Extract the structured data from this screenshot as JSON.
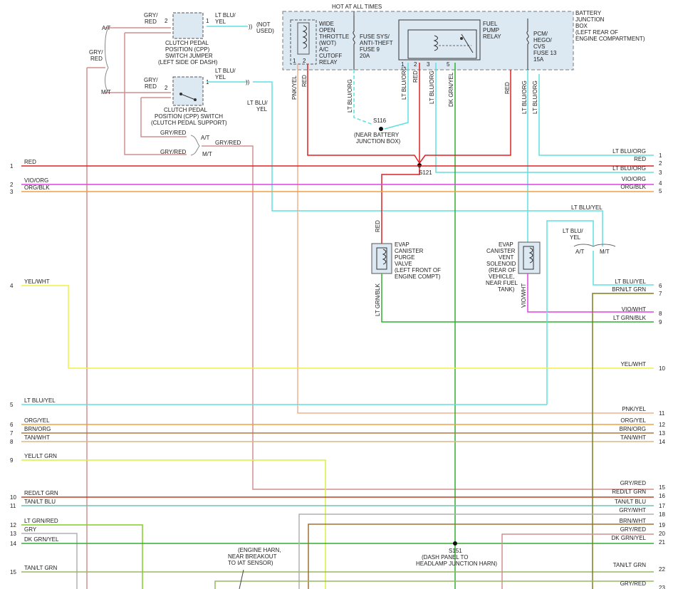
{
  "header": {
    "hot_at_all_times": "HOT AT ALL TIMES",
    "battery_box": [
      "BATTERY",
      "JUNCTION",
      "BOX",
      "(LEFT REAR OF",
      "ENGINE COMPARTMENT)"
    ]
  },
  "components": {
    "wot_relay": [
      "WIDE",
      "OPEN",
      "THROTTLE",
      "(WOT)",
      "A/C",
      "CUTOFF",
      "RELAY"
    ],
    "fuse9": [
      "FUSE SYS/",
      "ANTI-THEFT",
      "FUSE 9",
      "20A"
    ],
    "fuel_pump_relay": [
      "FUEL",
      "PUMP",
      "RELAY"
    ],
    "fuse13": [
      "PCM/",
      "HEGO/",
      "CVS",
      "FUSE 13",
      "15A"
    ],
    "cpp_jumper": [
      "CLUTCH PEDAL",
      "POSITION (CPP)",
      "SWITCH JUMPER",
      "(LEFT SIDE OF DASH)"
    ],
    "cpp_switch": [
      "CLUTCH PEDAL",
      "POSITION (CPP) SWITCH",
      "(CLUTCH PEDAL SUPPORT)"
    ],
    "not_used": [
      "(NOT",
      "USED)"
    ],
    "evap_purge": [
      "EVAP",
      "CANISTER",
      "PURGE",
      "VALVE",
      "(LEFT FRONT OF",
      "ENGINE COMPT)"
    ],
    "evap_vent": [
      "EVAP",
      "CANISTER",
      "VENT",
      "SOLENOID",
      "(REAR OF",
      "VEHICLE,",
      "NEAR FUEL",
      "TANK)"
    ],
    "s116": [
      "S116",
      "(NEAR BATTERY",
      "JUNCTION BOX)"
    ],
    "s121": "S121",
    "s151": [
      "S151",
      "(DASH PANEL TO",
      "HEADLAMP JUNCTION HARN)"
    ],
    "engine_harn": [
      "(ENGINE HARN,",
      "NEAR BREAKOUT",
      "TO IAT SENSOR)"
    ],
    "at": "A/T",
    "mt": "M/T"
  },
  "wire_labels": {
    "gry_red_two": [
      "GRY/",
      "RED"
    ],
    "lt_blu_yel_two": [
      "LT BLU/",
      "YEL"
    ],
    "pnk_yel": "PNK/YEL",
    "red": "RED",
    "lt_blu_org": "LT BLU/ORG",
    "dk_grn_yel": "DK GRN/YEL",
    "gry_red": "GRY/RED",
    "lt_grn_blk": "LT GRN/BLK",
    "vio_wht": "VIO/WHT",
    "lt_blu_yel": "LT BLU/YEL"
  },
  "pins": {
    "wot": [
      "1",
      "2"
    ],
    "fuel_relay": [
      "1",
      "2",
      "3",
      "5"
    ],
    "sw_a": "2",
    "sw_b": "1"
  },
  "left_connector": [
    {
      "pin": "1",
      "label": "RED"
    },
    {
      "pin": "2",
      "label": "VIO/ORG"
    },
    {
      "pin": "3",
      "label": "ORG/BLK"
    },
    {
      "pin": "4",
      "label": "YEL/WHT"
    },
    {
      "pin": "5",
      "label": "LT BLU/YEL"
    },
    {
      "pin": "6",
      "label": "ORG/YEL"
    },
    {
      "pin": "7",
      "label": "BRN/ORG"
    },
    {
      "pin": "8",
      "label": "TAN/WHT"
    },
    {
      "pin": "9",
      "label": "YEL/LT GRN"
    },
    {
      "pin": "10",
      "label": "RED/LT GRN"
    },
    {
      "pin": "11",
      "label": "TAN/LT BLU"
    },
    {
      "pin": "12",
      "label": "LT GRN/RED"
    },
    {
      "pin": "13",
      "label": "GRY"
    },
    {
      "pin": "14",
      "label": "DK GRN/YEL"
    },
    {
      "pin": "15",
      "label": "TAN/LT GRN"
    }
  ],
  "right_connector": [
    {
      "pin": "1",
      "label": "LT BLU/ORG"
    },
    {
      "pin": "2",
      "label": "RED"
    },
    {
      "pin": "3",
      "label": "LT BLU/ORG"
    },
    {
      "pin": "4",
      "label": "VIO/ORG"
    },
    {
      "pin": "5",
      "label": "ORG/BLK"
    },
    {
      "pin": "6",
      "label": "LT BLU/YEL"
    },
    {
      "pin": "7",
      "label": "BRN/LT GRN"
    },
    {
      "pin": "8",
      "label": "VIO/WHT"
    },
    {
      "pin": "9",
      "label": "LT GRN/BLK"
    },
    {
      "pin": "10",
      "label": "YEL/WHT"
    },
    {
      "pin": "11",
      "label": "PNK/YEL"
    },
    {
      "pin": "12",
      "label": "ORG/YEL"
    },
    {
      "pin": "13",
      "label": "BRN/ORG"
    },
    {
      "pin": "14",
      "label": "TAN/WHT"
    },
    {
      "pin": "15",
      "label": "GRY/RED"
    },
    {
      "pin": "16",
      "label": "RED/LT GRN"
    },
    {
      "pin": "17",
      "label": "TAN/LT BLU"
    },
    {
      "pin": "18",
      "label": "GRY/WHT"
    },
    {
      "pin": "19",
      "label": "BRN/WHT"
    },
    {
      "pin": "20",
      "label": "GRY/RED"
    },
    {
      "pin": "21",
      "label": "DK GRN/YEL"
    },
    {
      "pin": "22",
      "label": "TAN/LT GRN"
    },
    {
      "pin": "23",
      "label": "GRY/RED"
    }
  ],
  "colors": {
    "red": "#e02020",
    "violet": "#e040e0",
    "orange": "#f0a040",
    "yellow": "#f0f040",
    "lt_blue": "#60e0e0",
    "brown": "#b07840",
    "tan": "#d8b888",
    "yel_lt_grn": "#d8f040",
    "red_lt_grn": "#c04020",
    "tan_lt_blu": "#70c0b0",
    "lt_grn_red": "#80d020",
    "gray": "#b0b0b0",
    "dk_green": "#30b030",
    "tan_lt_grn": "#98b860",
    "gry_red": "#d09090",
    "pnk_yel": "#f0b090",
    "brn_lt_grn": "#788020",
    "brn_wht": "#a07030"
  }
}
